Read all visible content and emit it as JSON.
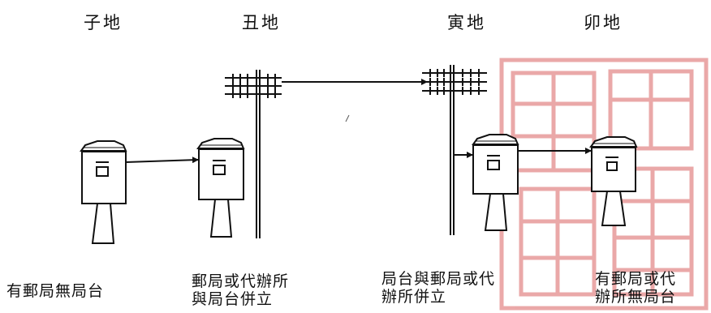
{
  "regions": {
    "zi": "子地",
    "chou": "丑地",
    "yin": "寅地",
    "mao": "卯地"
  },
  "captions": {
    "zi": "有郵局無局台",
    "chou_line1": "郵局或代辦所",
    "chou_line2": "與局台併立",
    "yin_line1": "局台與郵局或代",
    "yin_line2": "辦所併立",
    "mao_line1": "有郵局或代",
    "mao_line2": "辦所無局台"
  },
  "colors": {
    "ink": "#111111",
    "seal": "#e79a9a"
  }
}
